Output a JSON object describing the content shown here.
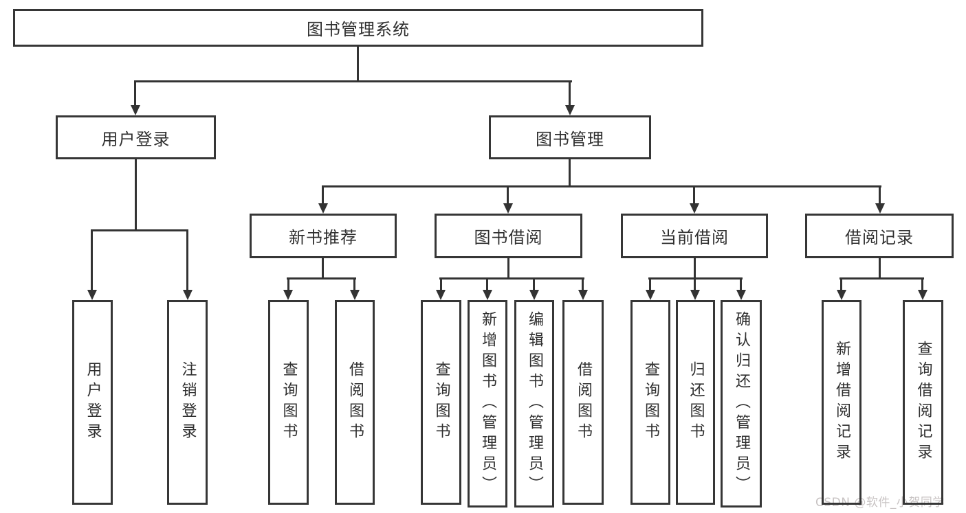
{
  "nodes": {
    "root": "图书管理系统",
    "user_login": "用户登录",
    "book_mgmt": "图书管理",
    "new_book": "新书推荐",
    "book_borrow": "图书借阅",
    "current_borrow": "当前借阅",
    "borrow_record": "借阅记录",
    "user_login_children": [
      "用户登录",
      "注销登录"
    ],
    "new_book_children": [
      "查询图书",
      "借阅图书"
    ],
    "book_borrow_children": [
      "查询图书",
      "新增图书（管理员）",
      "编辑图书（管理员）",
      "借阅图书"
    ],
    "current_borrow_children": [
      "查询图书",
      "归还图书",
      "确认归还（管理员）"
    ],
    "borrow_record_children": [
      "新增借阅记录",
      "查询借阅记录"
    ]
  },
  "watermark": {
    "text": "CSDN @软件_小贺同学",
    "color": "#c8c3c3"
  },
  "colors": {
    "line": "#333333",
    "box_border": "#363636",
    "text": "#2f2f2f",
    "background": "#ffffff"
  }
}
